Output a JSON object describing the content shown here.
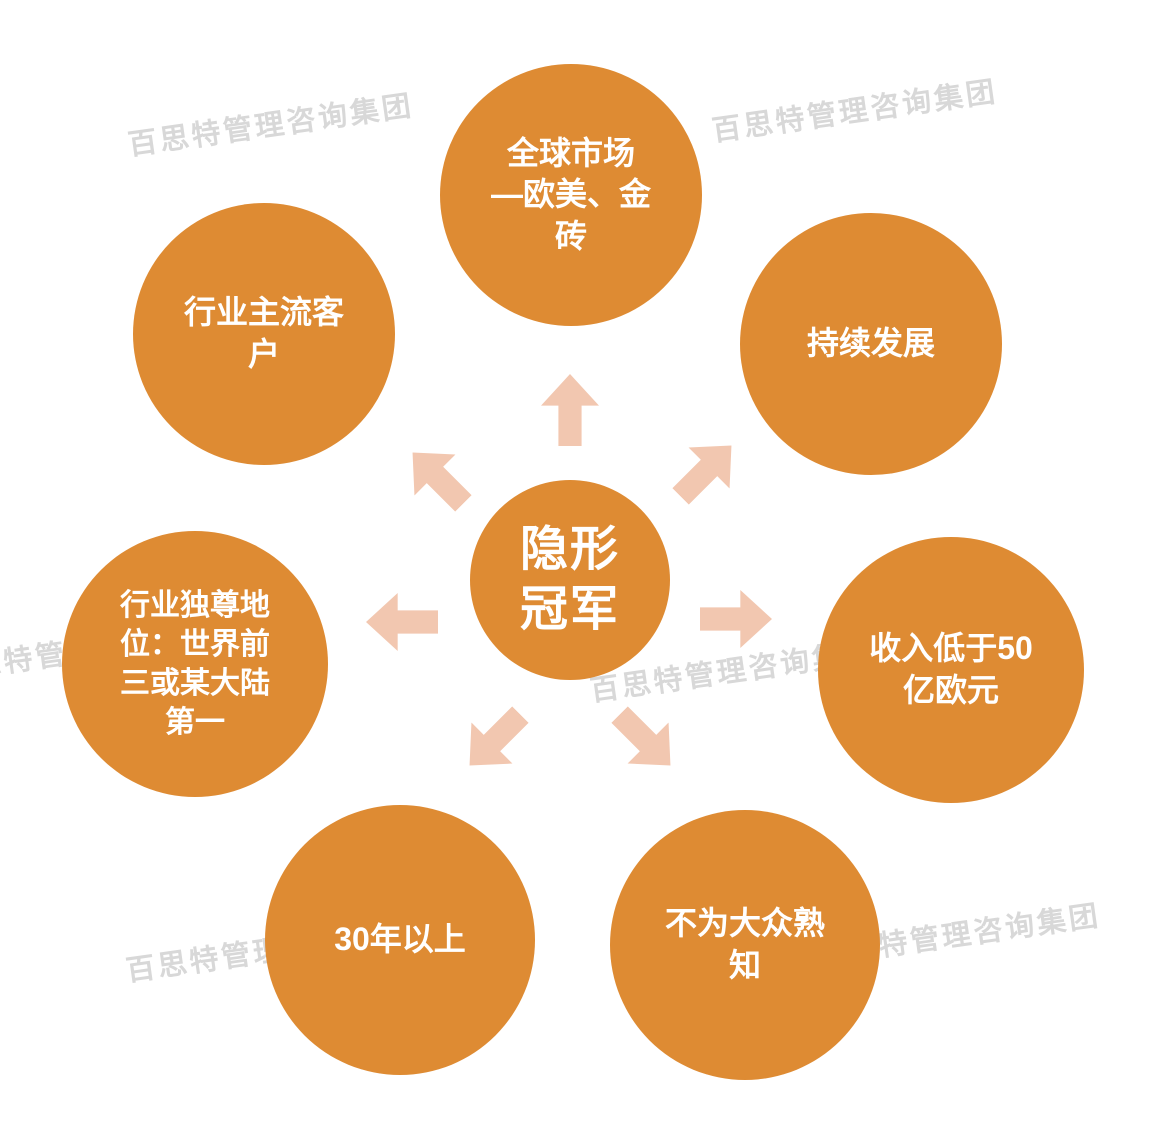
{
  "diagram": {
    "center": {
      "label": "隐形\n冠军"
    },
    "nodes": [
      {
        "id": "global-market",
        "label": "全球市场\n—欧美、金\n砖"
      },
      {
        "id": "mainstream-customers",
        "label": "行业主流客\n户"
      },
      {
        "id": "sustained-development",
        "label": "持续发展"
      },
      {
        "id": "industry-dominance",
        "label": "行业独尊地\n位：世界前\n三或某大陆\n第一"
      },
      {
        "id": "revenue-under-5b",
        "label": "收入低于50\n亿欧元"
      },
      {
        "id": "over-30-years",
        "label": "30年以上"
      },
      {
        "id": "not-well-known",
        "label": "不为大众熟\n知"
      }
    ],
    "watermark": {
      "text": "百思特管理咨询集团"
    },
    "colors": {
      "circle": "#DE8B33",
      "arrow": "#F2C7B0",
      "label": "#FFFFFF",
      "watermark": "#D8D8D8",
      "background": "#FFFFFF"
    }
  }
}
